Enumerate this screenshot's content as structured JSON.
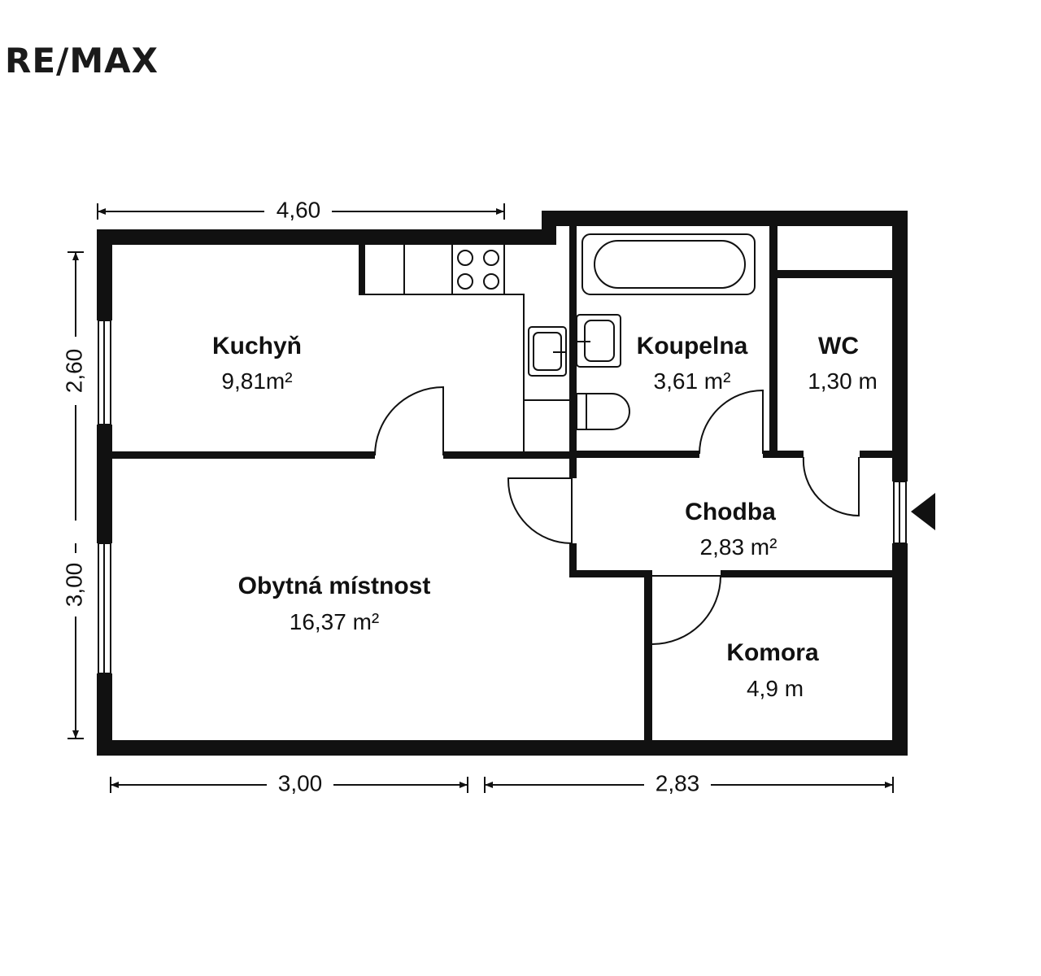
{
  "brand": {
    "logo_text": "RE/MAX"
  },
  "dimensions": {
    "top": "4,60",
    "left_upper": "2,60",
    "left_lower": "3,00",
    "bottom_left": "3,00",
    "bottom_right": "2,83"
  },
  "rooms": {
    "kitchen": {
      "name": "Kuchyň",
      "area": "9,81m²"
    },
    "bathroom": {
      "name": "Koupelna",
      "area": "3,61 m²"
    },
    "wc": {
      "name": "WC",
      "area": "1,30 m"
    },
    "hallway": {
      "name": "Chodba",
      "area": "2,83 m²"
    },
    "living": {
      "name": "Obytná místnost",
      "area": "16,37 m²"
    },
    "storage": {
      "name": "Komora",
      "area": "4,9 m"
    }
  },
  "entrance": {
    "icon": "entrance-arrow-icon"
  }
}
